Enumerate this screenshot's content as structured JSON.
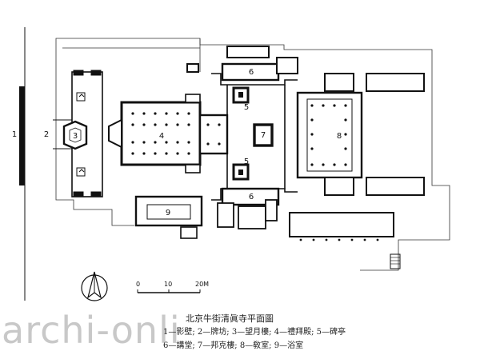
{
  "title": "北京牛街清眞寺平面圖",
  "legend": {
    "line1": "1—影壁; 2—牌坊; 3—望月樓; 4—禮拜殿; 5—碑亭",
    "line2": "6—講堂; 7—邦克樓; 8—敎室; 9—浴室"
  },
  "scale": {
    "zero": "0",
    "ten": "10",
    "twenty": "20M"
  },
  "labels": {
    "n1": "1",
    "n2": "2",
    "n3": "3",
    "n4": "4",
    "n5a": "5",
    "n5b": "5",
    "n6a": "6",
    "n6b": "6",
    "n7": "7",
    "n8": "8",
    "n9": "9"
  },
  "watermark": "archi-onli"
}
